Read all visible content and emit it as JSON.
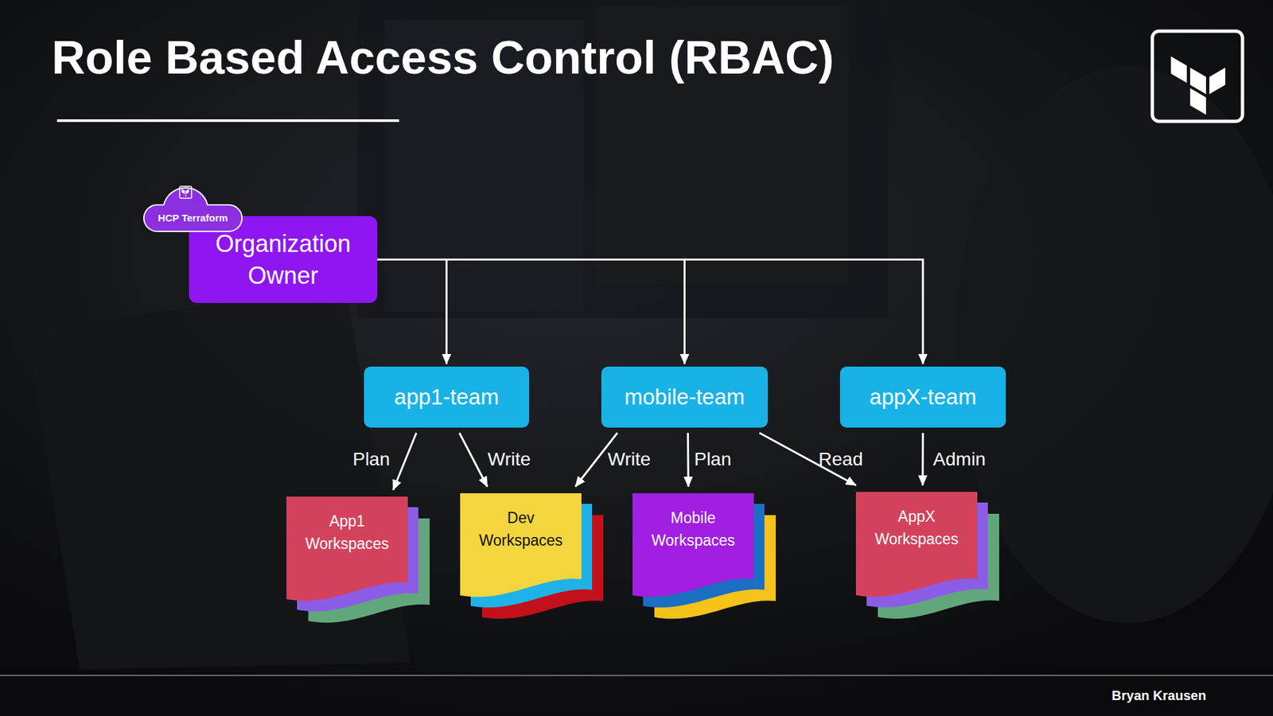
{
  "diagram": {
    "title": "Role Based Access Control (RBAC)",
    "nodes": [
      {
        "text": [
          "HCP Terraform"
        ]
      },
      {
        "text": [
          "Organization Owner"
        ]
      },
      {
        "text": [
          "app1-team"
        ]
      },
      {
        "text": [
          "mobile-team"
        ]
      },
      {
        "text": [
          "appX-team"
        ]
      },
      {
        "text": [
          "App1 Workspaces"
        ]
      },
      {
        "text": [
          "Dev Workspaces"
        ]
      },
      {
        "text": [
          "Mobile Workspaces"
        ]
      },
      {
        "text": [
          "AppX Workspaces"
        ]
      }
    ],
    "edges": [
      {
        "from": 1,
        "to": 2,
        "arrow": "to"
      },
      {
        "from": 1,
        "to": 3,
        "arrow": "to"
      },
      {
        "from": 1,
        "to": 4,
        "arrow": "to"
      },
      {
        "from": 2,
        "to": 5,
        "label": "Plan",
        "arrow": "to"
      },
      {
        "from": 2,
        "to": 6,
        "label": "Write",
        "arrow": "to"
      },
      {
        "from": 3,
        "to": 6,
        "label": "Write",
        "arrow": "to"
      },
      {
        "from": 3,
        "to": 7,
        "label": "Plan",
        "arrow": "to"
      },
      {
        "from": 3,
        "to": 8,
        "label": "Read",
        "arrow": "to"
      },
      {
        "from": 4,
        "to": 8,
        "label": "Admin",
        "arrow": "to"
      }
    ],
    "labels": [
      "Bryan Krausen"
    ]
  }
}
